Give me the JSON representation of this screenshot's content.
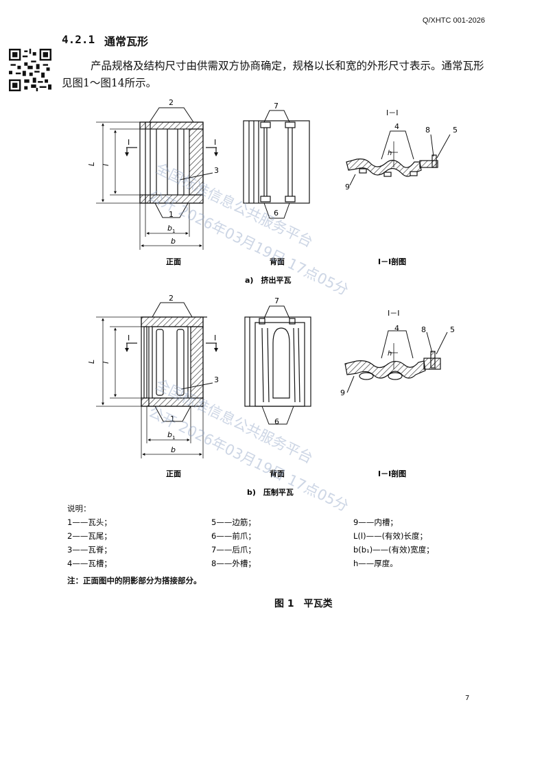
{
  "header": {
    "code": "Q/XHTC 001-2026"
  },
  "section": {
    "number": "4.2.1",
    "title": "通常瓦形"
  },
  "paragraph": "产品规格及结构尺寸由供需双方协商确定，规格以长和宽的外形尺寸表示。通常瓦形见图1～图14所示。",
  "figure": {
    "view_front": "正面",
    "view_back": "背面",
    "view_section": "I－I剖图",
    "section_label": "I－I",
    "cut_mark": "I",
    "sub_a": "a)　挤出平瓦",
    "sub_b": "b)　压制平瓦",
    "dims": {
      "L": "L",
      "l": "l",
      "b": "b",
      "b1": "b",
      "b1_sub": "1",
      "h": "h"
    },
    "part_nums": [
      "1",
      "2",
      "3",
      "4",
      "5",
      "6",
      "7",
      "8",
      "9"
    ],
    "caption": "图 1　平瓦类"
  },
  "legend": {
    "title": "说明：",
    "items": [
      "1——瓦头；",
      "2——瓦尾；",
      "3——瓦脊；",
      "4——瓦槽；",
      "5——边筋；",
      "6——前爪；",
      "7——后爪；",
      "8——外槽；",
      "9——内槽；",
      "L(l)——(有效)长度；",
      "b(b₁)——(有效)宽度；",
      "h——厚度。"
    ],
    "note": "注：正面图中的阴影部分为搭接部分。"
  },
  "watermark": {
    "line1": "全国标准信息公共服务平台",
    "line2": "公开 2026年03月19日 17点05分"
  },
  "page_number": "7"
}
